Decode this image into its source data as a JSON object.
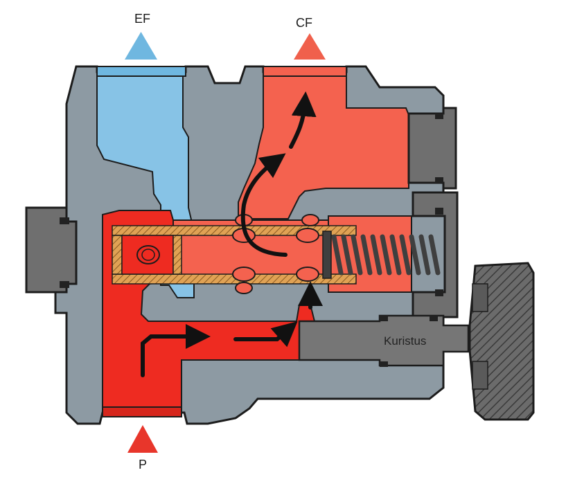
{
  "labels": {
    "ef": "EF",
    "cf": "CF",
    "pressure": "P",
    "throttle": "Kuristus"
  },
  "colors": {
    "housing": "#8d9aa3",
    "ef_fluid": "#87c3e6",
    "cf_fluid": "#f4624f",
    "pressure_fluid": "#ee2b21",
    "ef_triangle": "#6fb7e0",
    "cf_triangle": "#f0604c",
    "p_triangle": "#e8362b",
    "spool": "#e0a254",
    "spring": "#3f3f3f",
    "plug": "#6f6f6f",
    "knob": "#585858",
    "outline": "#1c1c1c"
  },
  "icons": {
    "ef_port": "triangle-up-icon",
    "cf_port": "triangle-up-icon",
    "p_port": "triangle-up-icon",
    "flow": "arrow-icon"
  }
}
